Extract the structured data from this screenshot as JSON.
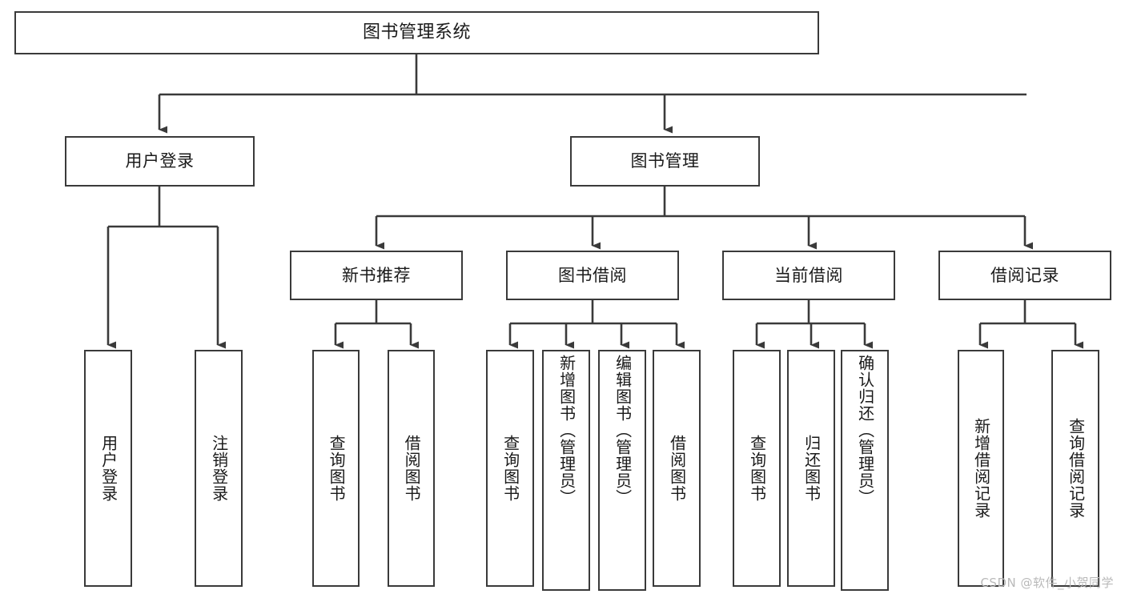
{
  "diagram": {
    "title": "图书管理系统",
    "type": "tree",
    "root": {
      "label": "图书管理系统"
    },
    "level1": [
      {
        "label": "用户登录"
      },
      {
        "label": "图书管理"
      }
    ],
    "level2": [
      {
        "label": "新书推荐"
      },
      {
        "label": "图书借阅"
      },
      {
        "label": "当前借阅"
      },
      {
        "label": "借阅记录"
      }
    ],
    "leaves": {
      "user_login": [
        {
          "label": "用户登录"
        },
        {
          "label": "注销登录"
        }
      ],
      "new_book_recommend": [
        {
          "label": "查询图书"
        },
        {
          "label": "借阅图书"
        }
      ],
      "book_borrow": [
        {
          "label": "查询图书"
        },
        {
          "label": "新增图书（管理员）"
        },
        {
          "label": "编辑图书（管理员）"
        },
        {
          "label": "借阅图书"
        }
      ],
      "current_borrow": [
        {
          "label": "查询图书"
        },
        {
          "label": "归还图书"
        },
        {
          "label": "确认归还（管理员）"
        }
      ],
      "borrow_record": [
        {
          "label": "新增借阅记录"
        },
        {
          "label": "查询借阅记录"
        }
      ]
    }
  },
  "watermark": {
    "text": "CSDN @软件_小贺同学"
  },
  "colors": {
    "border": "#3a3a3a",
    "text": "#1a1a1a",
    "background": "#ffffff",
    "watermark": "#b9b9b9"
  }
}
